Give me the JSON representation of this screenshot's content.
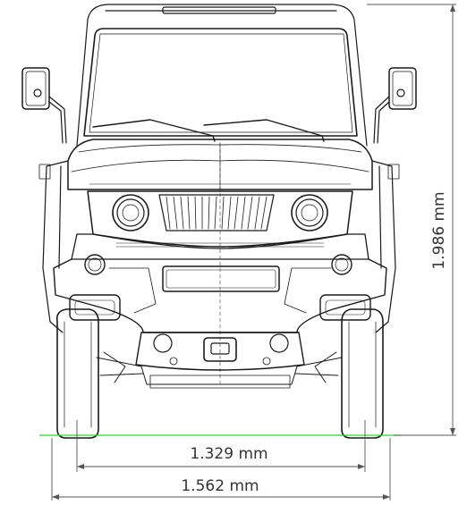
{
  "dimensions": {
    "height_label": "1.986 mm",
    "track_width_label": "1.329 mm",
    "overall_width_label": "1.562 mm"
  },
  "colors": {
    "line": "#1a1a1a",
    "ground": "#2bd62b",
    "dimension": "#555555",
    "background": "#ffffff"
  }
}
